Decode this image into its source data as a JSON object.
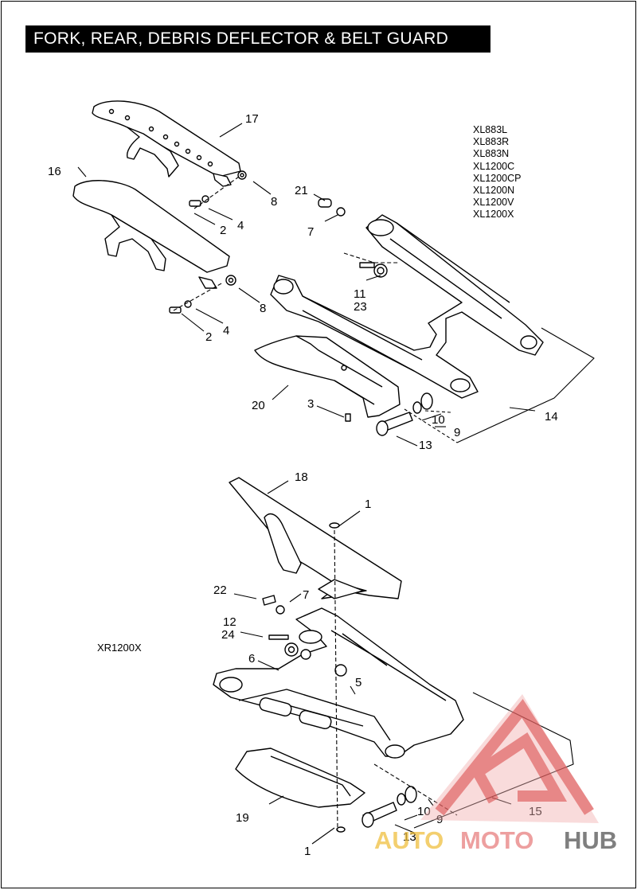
{
  "title": "FORK, REAR, DEBRIS DEFLECTOR & BELT GUARD",
  "models_top": [
    "XL883L",
    "XL883R",
    "XL883N",
    "XL1200C",
    "XL1200CP",
    "XL1200N",
    "XL1200V",
    "XL1200X"
  ],
  "model_bottom": "XR1200X",
  "callouts_top": [
    "17",
    "16",
    "8",
    "2",
    "4",
    "8",
    "2",
    "4",
    "21",
    "7",
    "11",
    "23",
    "20",
    "3",
    "10",
    "9",
    "13",
    "14"
  ],
  "callouts_bottom": [
    "18",
    "1",
    "22",
    "7",
    "12",
    "24",
    "6",
    "5",
    "10",
    "9",
    "13",
    "15",
    "19",
    "1"
  ],
  "watermark": {
    "auto": "AUTO",
    "moto": "MOTO",
    "hub": "HUB",
    "colors": {
      "auto": "#f0c040",
      "moto": "#e88080",
      "hub": "#555555",
      "logo": "#e06060"
    }
  }
}
